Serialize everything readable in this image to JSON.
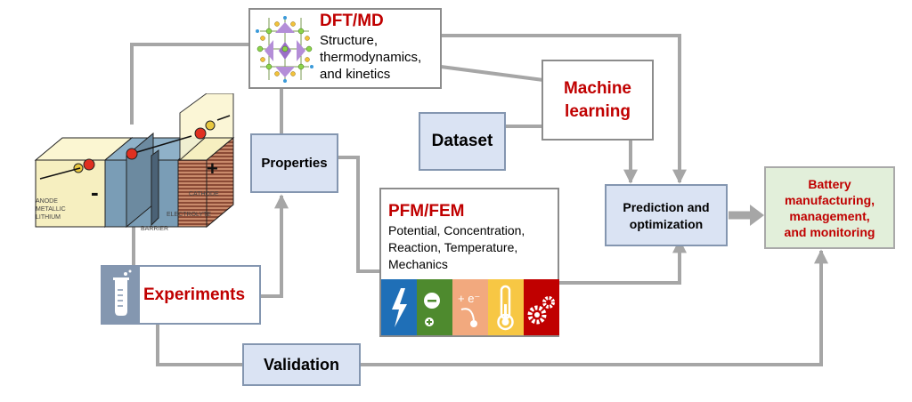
{
  "colors": {
    "connector": "#a6a6a6",
    "red_title": "#c00000",
    "blue_box_fill": "#dae3f3",
    "blue_box_border": "#8496b0",
    "green_box_fill": "#e2efda",
    "green_box_border": "#a9a9a9",
    "white_box_border": "#8c8c8c",
    "experiments_border": "#8496b0",
    "experiments_strip": "#8497b0",
    "pfm_icons": [
      "#1f6fb7",
      "#4e8a2e",
      "#f2a97e",
      "#f7c744",
      "#c00000"
    ]
  },
  "battery": {
    "labels": {
      "anode": "ANODE\nMETALLIC\nLITHIUM",
      "barrier": "BARRIER",
      "electrolyte": "ELECTROLYTE",
      "cathode": "CATHODE"
    },
    "signs": {
      "minus": "-",
      "plus": "+"
    }
  },
  "dft": {
    "title": "DFT/MD",
    "lines": [
      "Structure,",
      "thermodynamics,",
      "and kinetics"
    ]
  },
  "properties": {
    "label": "Properties"
  },
  "dataset": {
    "label": "Dataset"
  },
  "ml": {
    "lines": [
      "Machine",
      "learning"
    ]
  },
  "pfm": {
    "title": "PFM/FEM",
    "lines": [
      "Potential, Concentration,",
      "Reaction, Temperature,",
      "Mechanics"
    ],
    "icons": [
      "lightning-icon",
      "charge-icon",
      "reaction-icon",
      "thermometer-icon",
      "gears-icon"
    ]
  },
  "prediction": {
    "lines": [
      "Prediction and",
      "optimization"
    ]
  },
  "battery_mgmt": {
    "lines": [
      "Battery",
      "manufacturing,",
      "management,",
      "and monitoring"
    ]
  },
  "experiments": {
    "label": "Experiments"
  },
  "validation": {
    "label": "Validation"
  }
}
